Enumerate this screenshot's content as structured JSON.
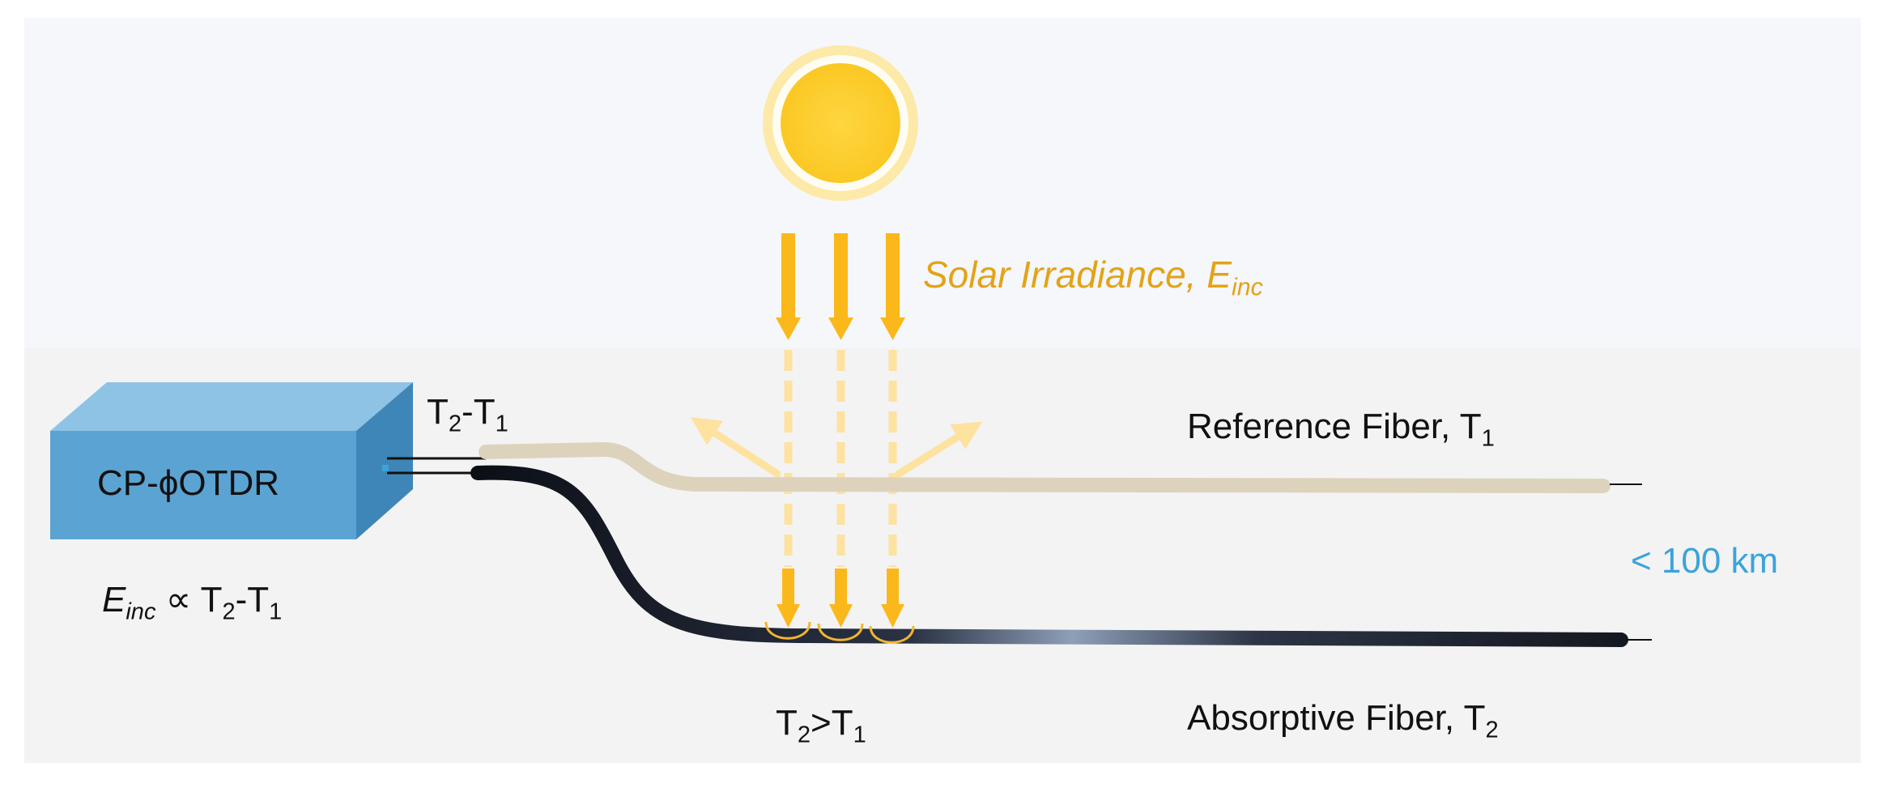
{
  "colors": {
    "sky": "#f5f7fb",
    "ground": "#f3f3f3",
    "sun_core": "#fdd134",
    "sun_halo": "#fde9a8",
    "arrow": "#fbb81a",
    "arrow_faded": "#fde2a0",
    "reference_fiber": "#ddd3bd",
    "absorptive_fiber": "#1f2633",
    "box_front": "#5ba3d2",
    "box_top": "#8ec3e6",
    "box_side": "#3f86b8",
    "distance_text": "#3aa3dc",
    "solar_text": "#e3a317"
  },
  "icons": [
    "sun-icon",
    "otdr-box-icon"
  ],
  "labels": {
    "device": "CP-ϕOTDR",
    "solar_main": "Solar Irradiance, ",
    "solar_symbol": "E",
    "solar_sub": "inc",
    "proportional_symbol": "E",
    "proportional_sub": "inc",
    "proportional_rest_a": " ∝ T",
    "proportional_sub2": "2",
    "proportional_rest_b": "-T",
    "proportional_sub3": "1",
    "diff_a": "T",
    "diff_sub_a": "2",
    "diff_b": "-T",
    "diff_sub_b": "1",
    "reference_main": "Reference Fiber, T",
    "reference_sub": "1",
    "absorptive_main": "Absorptive Fiber, T",
    "absorptive_sub": "2",
    "compare_a": "T",
    "compare_sub_a": "2",
    "compare_b": ">T",
    "compare_sub_b": "1",
    "distance": "< 100 km"
  }
}
